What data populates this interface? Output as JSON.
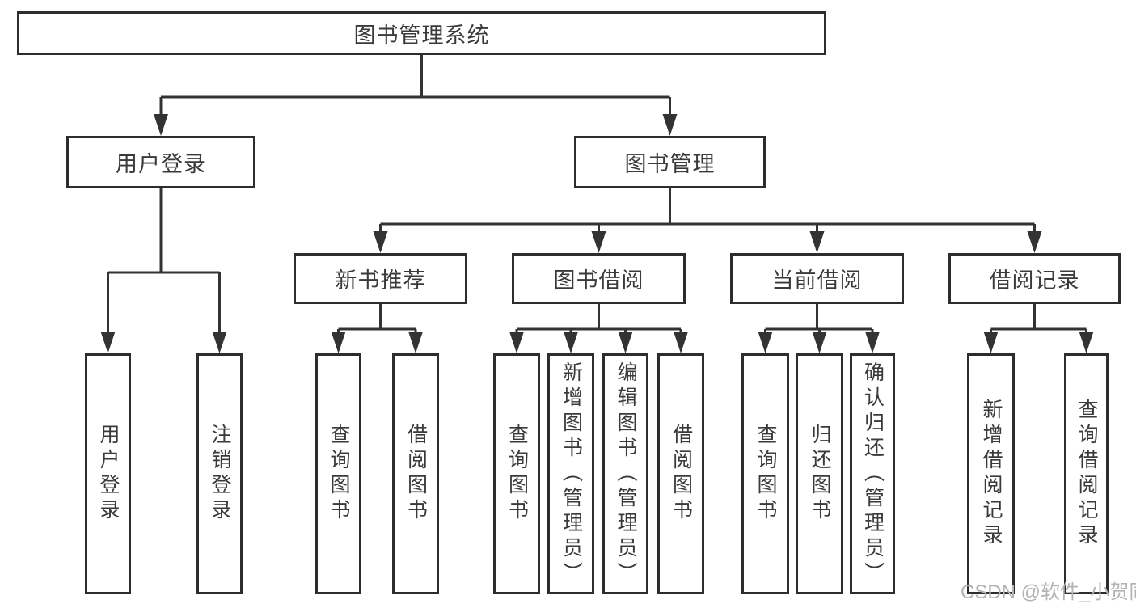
{
  "tree": {
    "root": {
      "label": "图书管理系统"
    },
    "level2": [
      {
        "label": "用户登录"
      },
      {
        "label": "图书管理"
      }
    ],
    "level3": [
      {
        "label": "新书推荐"
      },
      {
        "label": "图书借阅"
      },
      {
        "label": "当前借阅"
      },
      {
        "label": "借阅记录"
      }
    ],
    "leaves": [
      {
        "label": "用户登录"
      },
      {
        "label": "注销登录"
      },
      {
        "label": "查询图书"
      },
      {
        "label": "借阅图书"
      },
      {
        "label": "查询图书"
      },
      {
        "label": "新增图书（管理员）"
      },
      {
        "label": "编辑图书（管理员）"
      },
      {
        "label": "借阅图书"
      },
      {
        "label": "查询图书"
      },
      {
        "label": "归还图书"
      },
      {
        "label": "确认归还（管理员）"
      },
      {
        "label": "新增借阅记录"
      },
      {
        "label": "查询借阅记录"
      }
    ]
  },
  "watermark": {
    "text": "CSDN @软件_小贺同学",
    "color": "#b3b3b3"
  },
  "colors": {
    "background": "#ffffff",
    "box_fill": "#ffffff",
    "box_border": "#2d2d2d",
    "line": "#333333",
    "text": "#3a3a3a"
  }
}
